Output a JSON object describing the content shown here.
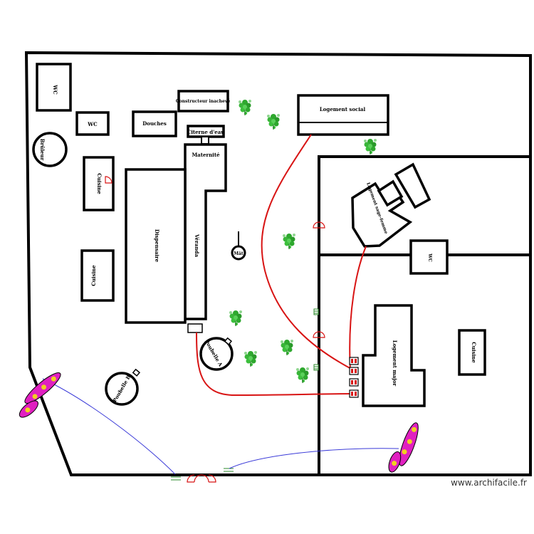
{
  "plan": {
    "watermark": "www.archifacile.fr",
    "rooms": {
      "wc_top": "WC",
      "wc_small": "WC",
      "douches": "Douches",
      "constructeur": "Constructeur inachevé",
      "citerne": "Citerne d'eau",
      "maternite": "Maternité",
      "veranda": "Véranda",
      "dispensaire": "Dispensaire",
      "cuisine_left_top": "Cuisine",
      "cuisine_left_bottom": "Cuisine",
      "cuisine_right": "Cuisine",
      "logement_social": "Logement social",
      "logement_rotated": "Logement sage-femme",
      "logement_major": "Logement major",
      "wc_right": "WC",
      "bruleur": "Brûleur",
      "poubelle_a": "Poubelle A",
      "poubelle_b": "Poubelle B",
      "mat": "Mât"
    },
    "colors": {
      "walls": "#000000",
      "cable_red": "#d81414",
      "cable_blue": "#3a3ad8",
      "tree": "#2ea82e",
      "flower": "#e020c0",
      "flower_center": "#f0d020",
      "door": "#d81414"
    }
  }
}
